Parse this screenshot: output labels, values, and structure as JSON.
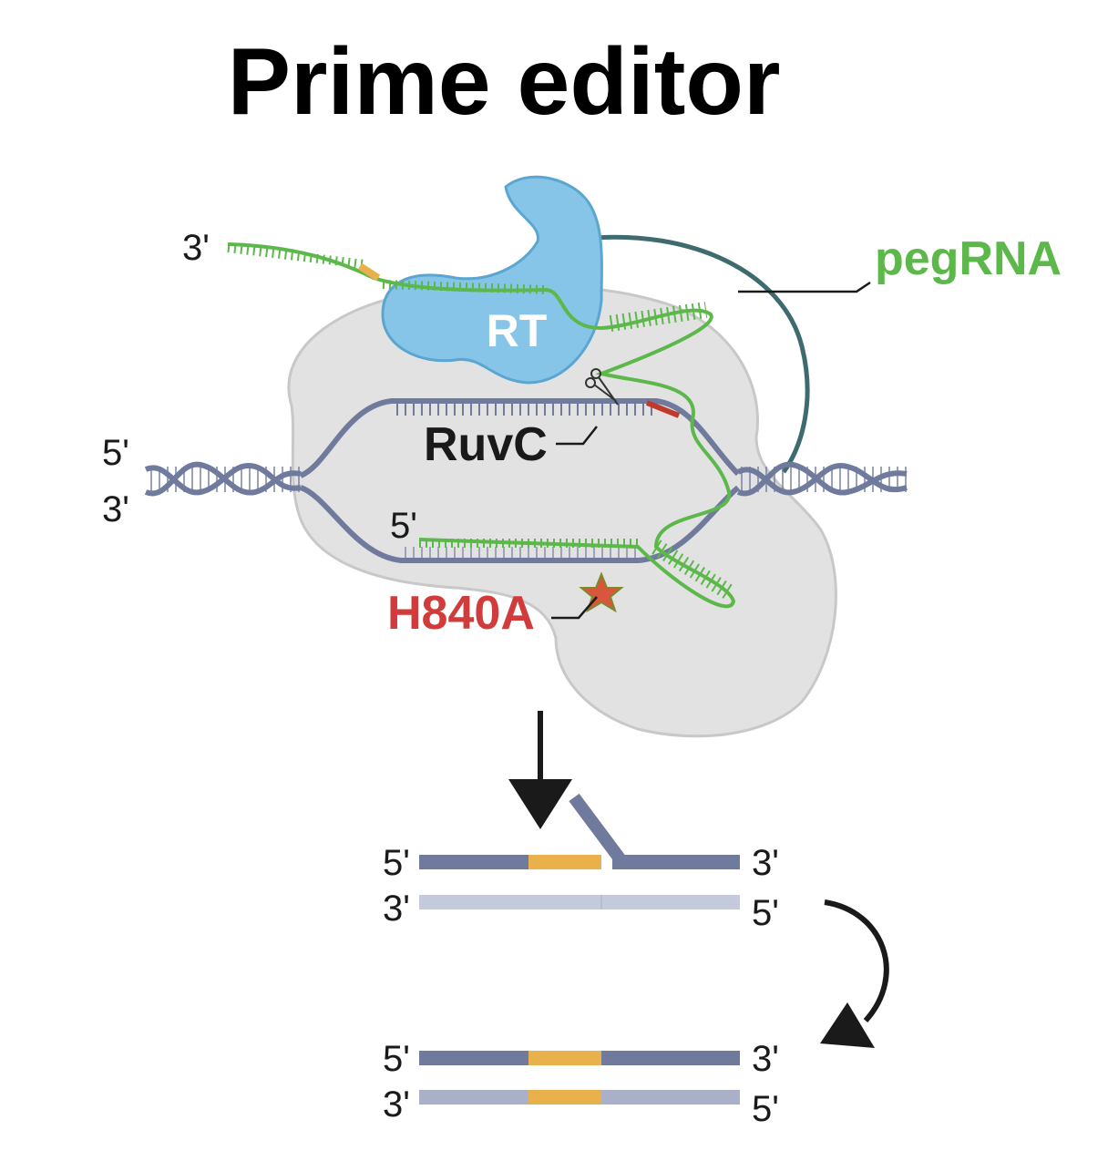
{
  "title": "Prime editor",
  "labels": {
    "pegrna": "pegRNA",
    "rt": "RT",
    "ruvc": "RuvC",
    "h840a": "H840A",
    "five_prime": "5'",
    "three_prime": "3'"
  },
  "colors": {
    "pegrna_green": "#5cb84a",
    "h840a_red": "#d23b3b",
    "rt_blue": "#86c5e8",
    "cas9_gray": "#e2e2e2",
    "dna_strand": "#6f7a9c",
    "dna_strand_light": "#c4c9dc",
    "edit_yellow": "#e8b14c",
    "linker": "#3e6b70"
  },
  "icons": [
    "scissors-icon",
    "star-icon",
    "down-arrow-icon",
    "curved-arrow-icon"
  ]
}
